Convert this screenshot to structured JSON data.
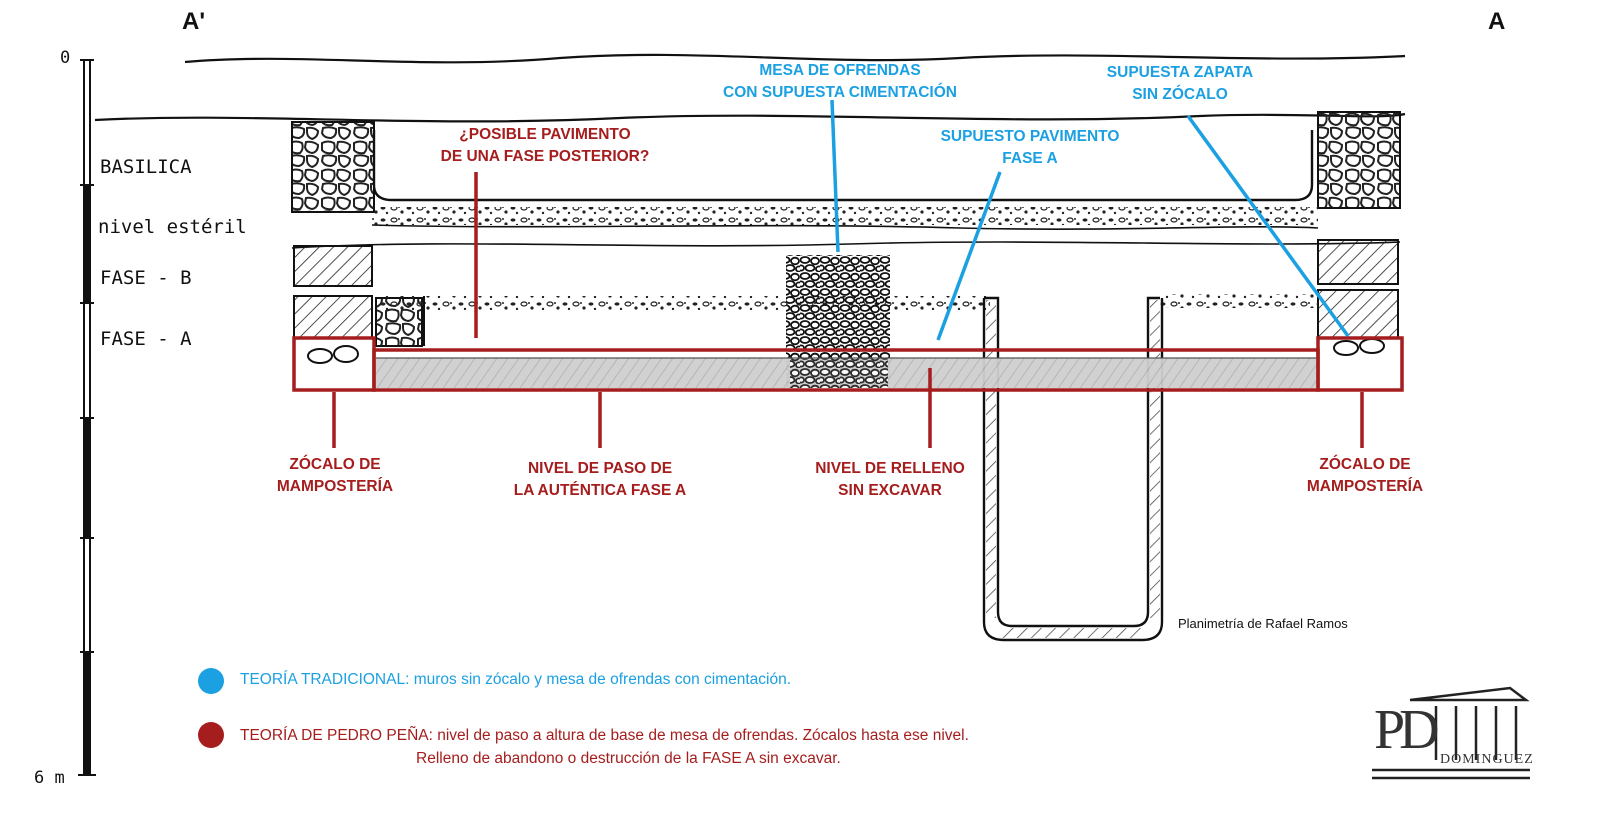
{
  "section_marks": {
    "left": "A'",
    "right": "A"
  },
  "scale": {
    "top": "0",
    "bottom": "6 m"
  },
  "strata": {
    "basilica": "BASILICA",
    "esteril": "nivel estéril",
    "fase_b": "FASE - B",
    "fase_a": "FASE - A"
  },
  "labels_blue": {
    "mesa_line1": "MESA DE OFRENDAS",
    "mesa_line2": "CON SUPUESTA CIMENTACIÓN",
    "zapata_line1": "SUPUESTA ZAPATA",
    "zapata_line2": "SIN ZÓCALO",
    "pav_line1": "SUPUESTO PAVIMENTO",
    "pav_line2": "FASE A"
  },
  "labels_red": {
    "posible_line1": "¿POSIBLE PAVIMENTO",
    "posible_line2": "DE UNA FASE POSTERIOR?",
    "zocalo_left_line1": "ZÓCALO DE",
    "zocalo_left_line2": "MAMPOSTERÍA",
    "nivel_paso_line1": "NIVEL DE PASO DE",
    "nivel_paso_line2": "LA AUTÉNTICA FASE A",
    "relleno_line1": "NIVEL DE RELLENO",
    "relleno_line2": "SIN EXCAVAR",
    "zocalo_right_line1": "ZÓCALO DE",
    "zocalo_right_line2": "MAMPOSTERÍA"
  },
  "credit": "Planimetría de Rafael Ramos",
  "legend": {
    "blue_text": "TEORÍA TRADICIONAL: muros sin zócalo y mesa de ofrendas con cimentación.",
    "red_line1": "TEORÍA DE PEDRO PEÑA: nivel de paso a altura de base de mesa de ofrendas. Zócalos hasta ese nivel.",
    "red_line2": "Relleno de abandono o destrucción de la FASE A sin excavar."
  },
  "logo": {
    "initials": "PD",
    "signature": "DOMINGUEZ"
  },
  "colors": {
    "blue": "#1ba0e2",
    "red": "#a51d1d",
    "ink": "#111111",
    "fill_gray": "#c9c9c9"
  }
}
